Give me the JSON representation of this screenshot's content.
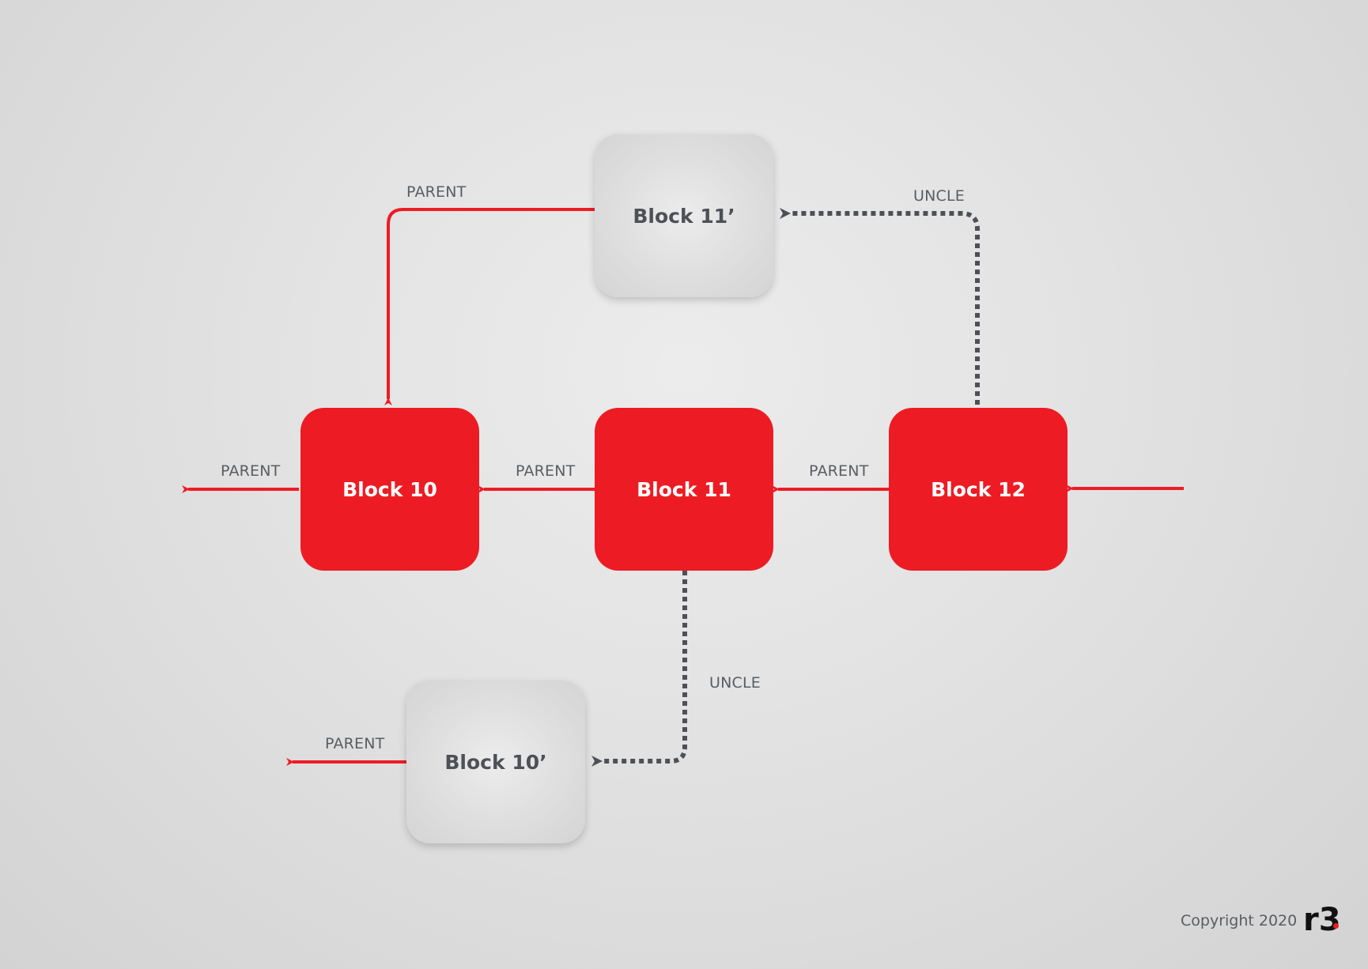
{
  "blocks": {
    "block10": "Block 10",
    "block11": "Block 11",
    "block12": "Block 12",
    "block11_prime": "Block 11’",
    "block10_prime": "Block 10’"
  },
  "labels": {
    "parent_top": "PARENT",
    "parent_left": "PARENT",
    "parent_10_11": "PARENT",
    "parent_11_12": "PARENT",
    "parent_bottom": "PARENT",
    "uncle_top": "UNCLE",
    "uncle_bottom": "UNCLE"
  },
  "footer": {
    "copyright": "Copyright 2020",
    "logo_text": "r3"
  },
  "colors": {
    "main_block": "#ed1c24",
    "uncle_block": "#dedede",
    "parent_link": "#ed1c24",
    "uncle_link": "#4d5157"
  }
}
